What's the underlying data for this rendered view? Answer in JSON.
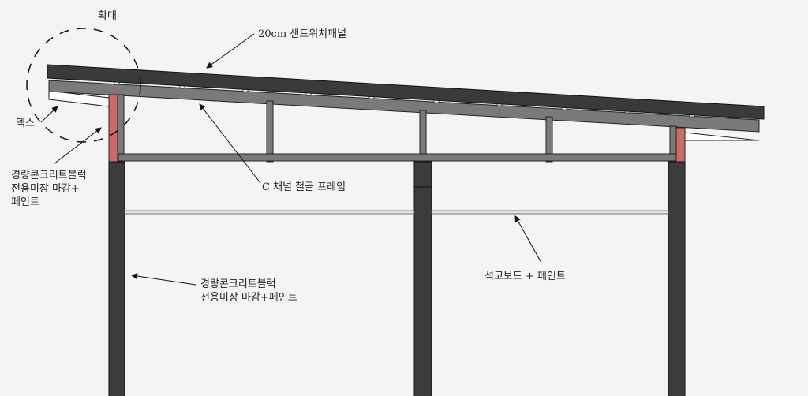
{
  "labels": {
    "zoom": "확대",
    "panel": "20cm 샌드위치패널",
    "deck": "덱스",
    "block_top_1": "경량콘크리트블럭",
    "block_top_2": "전용미장 마감+",
    "block_top_3": "페인트",
    "channel": "C 채널 철골 프레임",
    "block_bottom_1": "경량콘크리트블럭",
    "block_bottom_2": "전용미장 마감+페인트",
    "gypsum": "석고보드 + 페인트"
  },
  "colors": {
    "panel": "#3a3a3a",
    "frame": "#7a7a7a",
    "column": "#3c3c3c",
    "block": "#d06a6a",
    "gypsum": "#dfe8d8"
  }
}
